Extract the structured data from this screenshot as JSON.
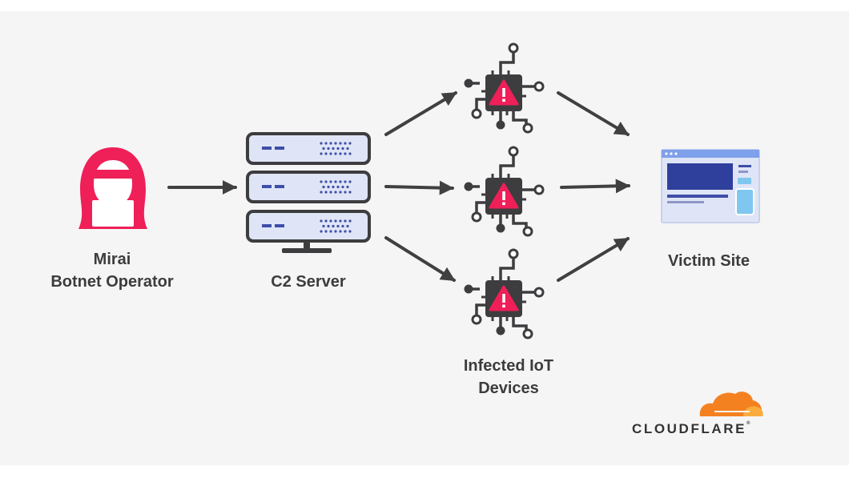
{
  "nodes": {
    "operator": {
      "line1": "Mirai",
      "line2": "Botnet Operator"
    },
    "c2": {
      "label": "C2 Server"
    },
    "devices": {
      "line1": "Infected IoT",
      "line2": "Devices"
    },
    "victim": {
      "label": "Victim Site"
    }
  },
  "brand": {
    "name": "CLOUDFLARE",
    "mark": "®"
  },
  "icons": {
    "operator": "hooded-hacker-icon",
    "server": "server-rack-icon",
    "device": "infected-chip-icon",
    "victim": "browser-window-icon",
    "logo": "cloud-logo-icon"
  },
  "colors": {
    "accent": "#ef1f58",
    "dark": "#3d3d3f",
    "arrow": "#404040",
    "server_fill": "#dfe5f6",
    "server_ticks": "#3f4ea8",
    "victim_banner": "#2f3f9c",
    "victim_accent": "#7fc7f0",
    "cloud_orange": "#f48120",
    "cloud_light": "#faad3f"
  }
}
